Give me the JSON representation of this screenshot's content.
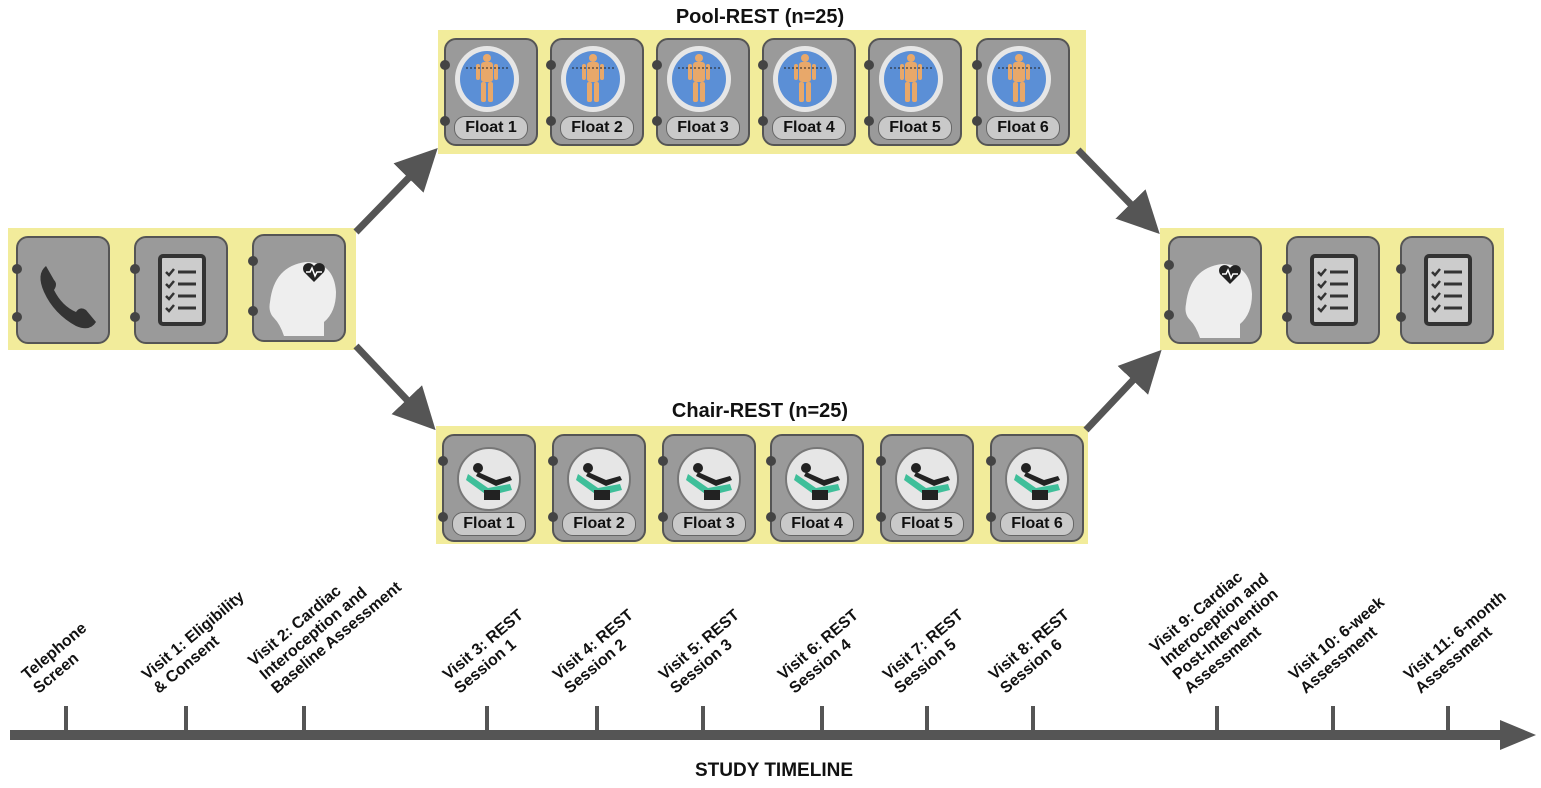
{
  "pool": {
    "title": "Pool-REST (n=25)",
    "floats": [
      "Float 1",
      "Float 2",
      "Float 3",
      "Float 4",
      "Float 5",
      "Float 6"
    ]
  },
  "chair": {
    "title": "Chair-REST (n=25)",
    "floats": [
      "Float 1",
      "Float 2",
      "Float 3",
      "Float 4",
      "Float 5",
      "Float 6"
    ]
  },
  "baseline": {
    "icons": [
      "phone-icon",
      "checklist-icon",
      "head-heart-icon"
    ]
  },
  "post": {
    "icons": [
      "head-heart-icon",
      "checklist-icon",
      "checklist-icon"
    ]
  },
  "timeline": {
    "title": "STUDY TIMELINE",
    "events": [
      "Telephone\nScreen",
      "Visit 1: Eligibility\n& Consent",
      "Visit 2: Cardiac\nInteroception and\nBaseline Assessment",
      "Visit 3: REST\nSession 1",
      "Visit 4: REST\nSession 2",
      "Visit 5: REST\nSession 3",
      "Visit 6: REST\nSession 4",
      "Visit 7: REST\nSession 5",
      "Visit 8: REST\nSession 6",
      "Visit 9: Cardiac\nInteroception and\nPost-Intervention\nAssessment",
      "Visit 10: 6-week\nAssessment",
      "Visit 11: 6-month\nAssessment"
    ]
  },
  "colors": {
    "band": "#f2ec9b",
    "card": "#9a9a9a",
    "pool_water": "#5b8fd6",
    "chair_green": "#3fbf9a",
    "arrow": "#555555"
  }
}
